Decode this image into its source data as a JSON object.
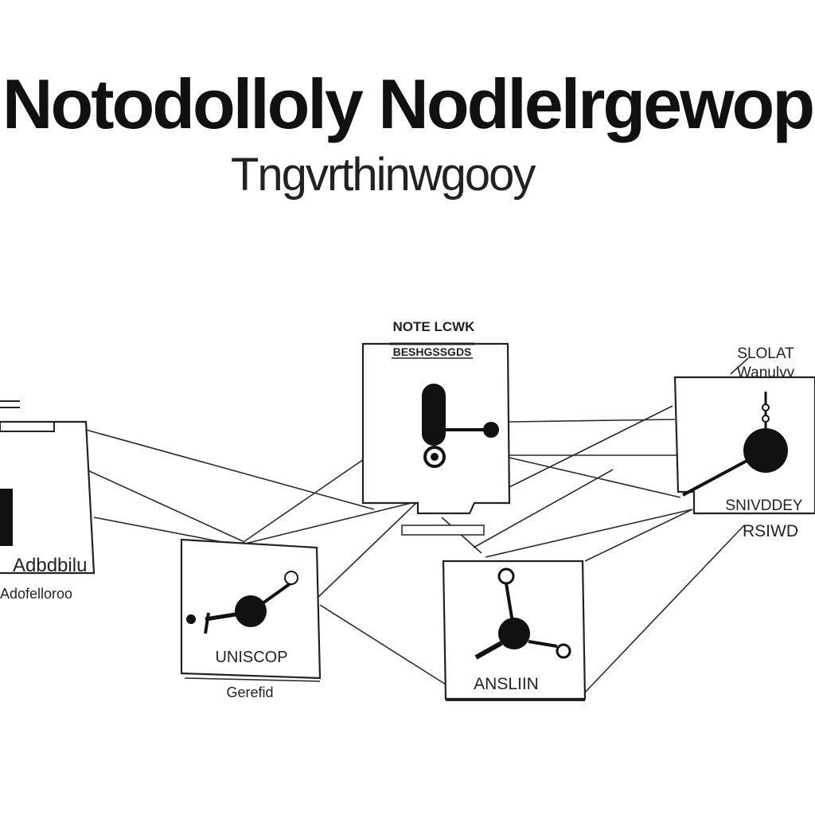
{
  "diagram": {
    "title": "Notodolloly Nodlelrgewop",
    "subtitle": "Tngvrthinwgooy",
    "nodes": {
      "top_center": {
        "label": "NOTE LCWK",
        "header": "BESHGSSGDS"
      },
      "right": {
        "label_top": "SLOLAT",
        "label_sub": "Wanulyy",
        "caption": "SNIVDDEY",
        "caption_below": "RSIWD"
      },
      "left": {
        "caption": "Adbdbilu",
        "caption_below": "Adofelloroo"
      },
      "bottom_left": {
        "caption": "UNISCOP",
        "caption_below": "Gerefid"
      },
      "bottom_right": {
        "caption": "ANSLIIN"
      }
    },
    "colors": {
      "ink": "#111111",
      "line": "#2a2a2a",
      "background": "#ffffff"
    }
  }
}
